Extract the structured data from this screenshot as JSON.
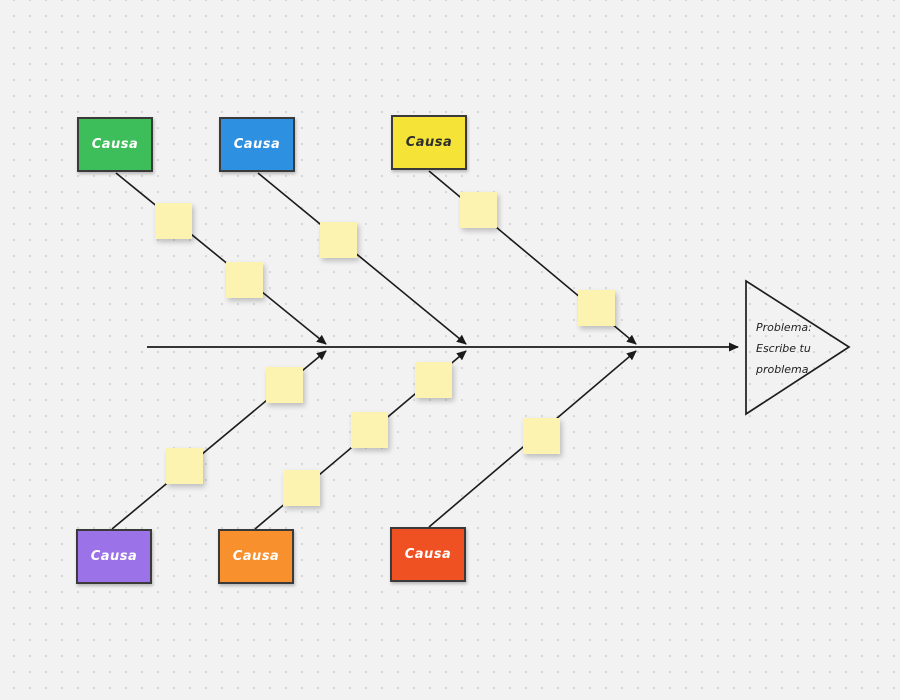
{
  "canvas": {
    "background_color": "#F2F2F2",
    "dot_color": "#D4D4D4",
    "line_color": "#1A1A1A"
  },
  "problem_head": {
    "label_lines": {
      "0": "Problema:",
      "1": "Escribe tu",
      "2": "problema"
    },
    "outline_color": "#1E1E1E"
  },
  "causes": [
    {
      "id": "top-1",
      "label": "Causa",
      "fill": "#3EBE5B",
      "text_color": "#FFFFFF"
    },
    {
      "id": "top-2",
      "label": "Causa",
      "fill": "#2E90E0",
      "text_color": "#FFFFFF"
    },
    {
      "id": "top-3",
      "label": "Causa",
      "fill": "#F5E437",
      "text_color": "#2E2E2E"
    },
    {
      "id": "bottom-1",
      "label": "Causa",
      "fill": "#9B72E8",
      "text_color": "#FFFFFF"
    },
    {
      "id": "bottom-2",
      "label": "Causa",
      "fill": "#F7902D",
      "text_color": "#FFFFFF"
    },
    {
      "id": "bottom-3",
      "label": "Causa",
      "fill": "#EF5123",
      "text_color": "#FFFFFF"
    }
  ],
  "sticky_notes": {
    "color": "#FCF3B0",
    "count": 11
  }
}
